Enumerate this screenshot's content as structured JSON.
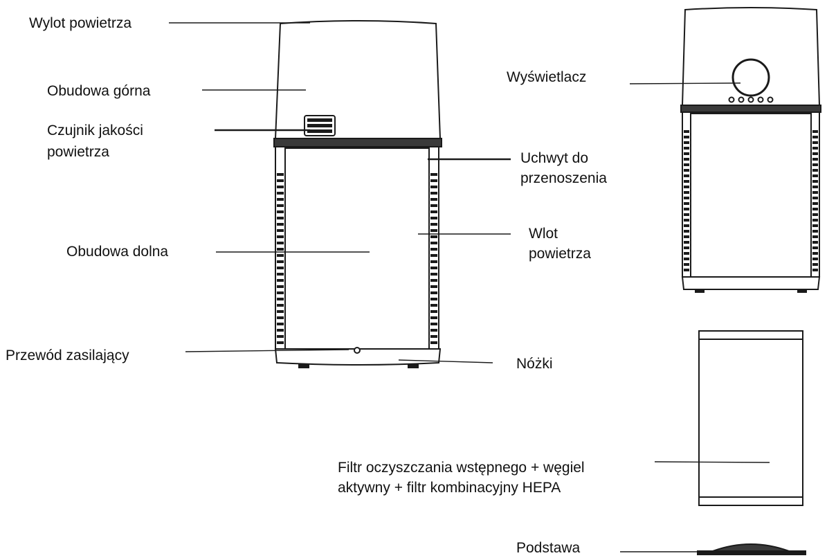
{
  "labels": {
    "air_outlet": "Wylot powietrza",
    "upper_housing": "Obudowa górna",
    "air_quality_sensor_l1": "Czujnik  jakości",
    "air_quality_sensor_l2": "powietrza",
    "lower_housing": "Obudowa dolna",
    "power_cord": "Przewód zasilający",
    "display": "Wyświetlacz",
    "carry_handle_l1": "Uchwyt  do",
    "carry_handle_l2": "przenoszenia",
    "air_inlet_l1": "Wlot",
    "air_inlet_l2": "powietrza",
    "feet": "Nóżki",
    "filter_l1": "Filtr oczyszczania wstępnego + węgiel",
    "filter_l2": "aktywny + filtr kombinacyjny HEPA",
    "base": "Podstawa"
  },
  "colors": {
    "stroke": "#1a1a1a",
    "accent_band": "#3a3a3a",
    "background": "#ffffff"
  }
}
